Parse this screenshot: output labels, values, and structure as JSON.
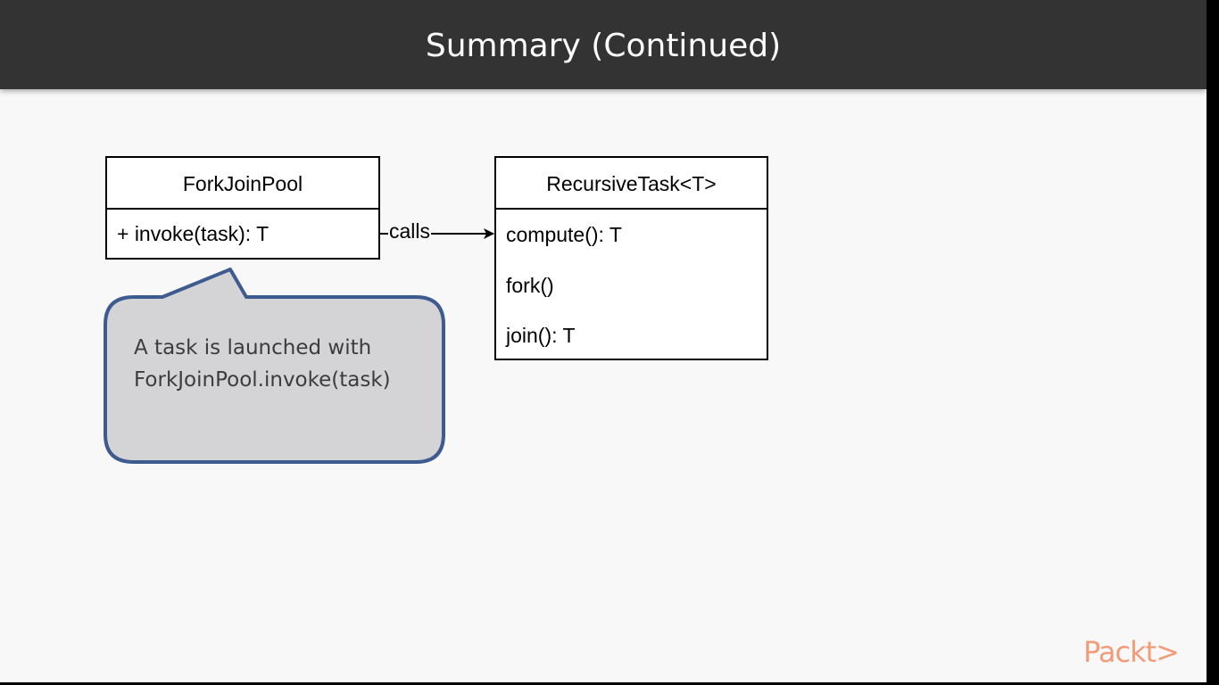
{
  "slide": {
    "title": "Summary (Continued)"
  },
  "diagram": {
    "fork_join_pool": {
      "name": "ForkJoinPool",
      "operations": [
        "+ invoke(task): T"
      ]
    },
    "recursive_task": {
      "name": "RecursiveTask<T>",
      "operations": [
        "compute(): T",
        "fork()",
        "join(): T"
      ]
    },
    "edge_label": "calls",
    "callout": {
      "line1": "A task is launched with",
      "line2": "ForkJoinPool.invoke(task)"
    }
  },
  "brand": {
    "logo_text": "Packt>",
    "logo_color": "#f39c7a"
  },
  "colors": {
    "title_bar": "#333333",
    "background": "#f8f8f8",
    "callout_fill": "#d4d4d6",
    "callout_border": "#3e5b8f"
  }
}
